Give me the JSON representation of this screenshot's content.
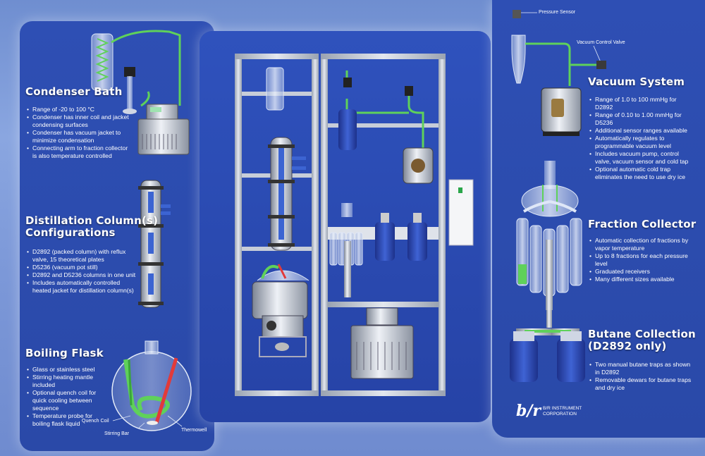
{
  "condenser_bath": {
    "title": "Condenser Bath",
    "bullets": [
      "Range of -20 to 100 °C",
      "Condenser has inner coil and jacket condensing surfaces",
      "Condenser has vacuum jacket to minimize condensation",
      "Connecting arm to fraction collector is also temperature controlled"
    ]
  },
  "distillation_column": {
    "title_line1": "Distillation Column(s)",
    "title_line2": "Configurations",
    "bullets": [
      "D2892 (packed column) with reflux valve, 15 theoretical plates",
      "D5236 (vacuum pot still)",
      "D2892 and D5236 columns in one unit",
      "Includes automatically controlled heated jacket for distillation column(s)"
    ]
  },
  "boiling_flask": {
    "title": "Boiling Flask",
    "bullets": [
      "Glass or stainless steel",
      "Stirring heating mantle included",
      "Optional quench coil for quick cooling between sequence",
      "Temperature probe for boiling flask liquid"
    ],
    "labels": {
      "quench_coil": "Quench Coil",
      "stirring_bar": "Stirring Bar",
      "thermowell": "Thermowell"
    }
  },
  "vacuum_system": {
    "title": "Vacuum System",
    "bullets": [
      "Range of 1.0 to 100 mmHg for D2892",
      "Range of 0.10 to 1.00 mmHg for D5236",
      "Additional sensor ranges available",
      "Automatically regulates to programmable vacuum level",
      "Includes vacuum pump, control valve, vacuum sensor and cold tap",
      "Optional automatic cold trap eliminates the need to use dry ice"
    ],
    "labels": {
      "pressure_sensor": "Pressure Sensor",
      "vacuum_control_valve": "Vacuum Control Valve"
    }
  },
  "fraction_collector": {
    "title": "Fraction Collector",
    "bullets": [
      "Automatic collection of fractions by vapor temperature",
      "Up to 8 fractions for each pressure level",
      "Graduated receivers",
      "Many different sizes available"
    ]
  },
  "butane_collection": {
    "title_line1": "Butane Collection",
    "title_line2": "(D2892 only)",
    "bullets": [
      "Two manual butane traps as shown in D2892",
      "Removable dewars for butane traps and dry ice"
    ]
  },
  "logo": {
    "mark": "b/r",
    "line1": "B/R INSTRUMENT",
    "line2": "CORPORATION"
  },
  "colors": {
    "panel_blue": "#2e4fb4",
    "tube_green": "#5fd15a",
    "dewar_blue": "#2a48b8",
    "steel": "#b9c0cc"
  }
}
